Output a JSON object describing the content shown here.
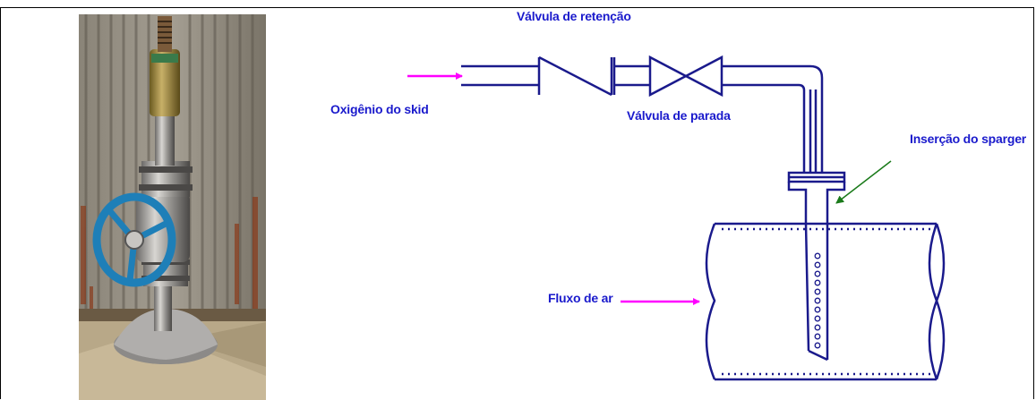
{
  "labels": {
    "check_valve": "Válvula de retenção",
    "oxygen_from_skid": "Oxigênio do skid",
    "stop_valve": "Válvula de parada",
    "sparger_insertion": "Inserção do sparger",
    "air_flow": "Fluxo de ar"
  },
  "colors": {
    "pipe": "#1a1a8c",
    "label_text": "#1a1acc",
    "arrow_magenta": "#ff00ff",
    "arrow_green": "#1a7a1a",
    "frame": "#000000"
  },
  "icons": {
    "photo": "sparger-photo",
    "check_valve": "check-valve-icon",
    "stop_valve": "gate-valve-icon"
  }
}
